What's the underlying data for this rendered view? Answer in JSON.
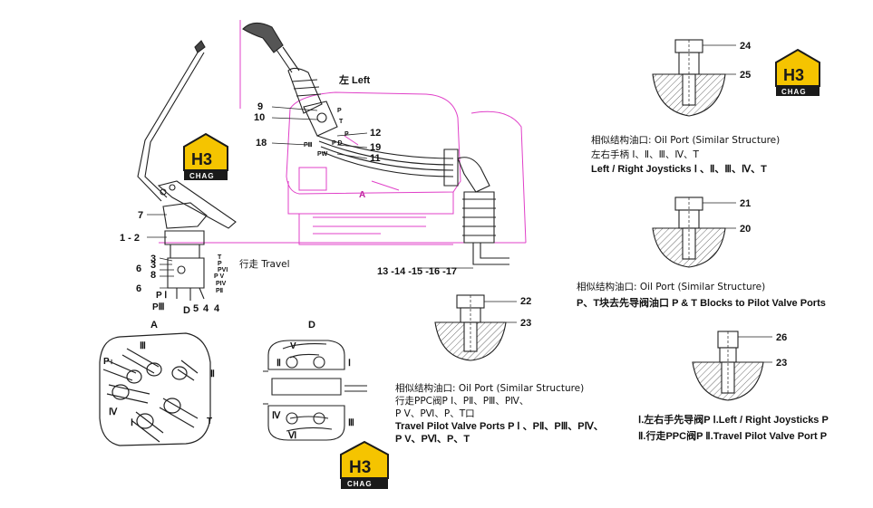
{
  "logos": {
    "brand": "H3",
    "sub": "CHAG"
  },
  "main_drawing": {
    "left_label": "左  Left",
    "travel_label": "行走 Travel",
    "bottom_numbers": "13 -14 -15 -16 -17",
    "point_a": "A",
    "callouts": {
      "n1_2": "1 - 2",
      "n3a": "3",
      "n3b": "3",
      "n4a": "4",
      "n4b": "4",
      "n5": "5",
      "n6a": "6",
      "n6b": "6",
      "n7": "7",
      "n8": "8",
      "n9": "9",
      "n10": "10",
      "n11": "11",
      "n12": "12",
      "n18": "18",
      "n19": "19",
      "d": "D",
      "t1": "T",
      "t2": "T",
      "p1": "P",
      "p2": "P",
      "p3": "P",
      "pvi": "PVI",
      "pv": "P V",
      "piv": "PIV",
      "pii": "PⅡ",
      "pi_main": "P Ⅰ",
      "piii_main": "PⅢ",
      "piii_up": "PⅢ",
      "pw": "PW",
      "pd": "P D"
    }
  },
  "view_a": {
    "title": "A",
    "ports": {
      "iii": "Ⅲ",
      "pi": "P",
      "i_small": "Ⅰ",
      "ii": "Ⅱ",
      "iv": "Ⅳ",
      "i": "Ⅰ",
      "t": "T"
    }
  },
  "view_d": {
    "title": "D",
    "ports": {
      "v": "V",
      "ii": "Ⅱ",
      "i": "Ⅰ",
      "iii": "Ⅲ",
      "iv": "Ⅳ",
      "vi": "Ⅵ"
    }
  },
  "fitting_top": {
    "n24": "24",
    "n25": "25",
    "caption_line1": "相似结构油口: Oil Port (Similar Structure)",
    "caption_line2": "左右手柄 Ⅰ、Ⅱ、Ⅲ、Ⅳ、T",
    "caption_line3": "Left / Right Joysticks  Ⅰ 、Ⅱ、Ⅲ、Ⅳ、T"
  },
  "fitting_mid": {
    "n21": "21",
    "n20": "20",
    "caption_line1": "相似结构油口: Oil Port (Similar Structure)",
    "caption_line2": "P、T块去先导阀油口  P & T Blocks to Pilot Valve Ports"
  },
  "fitting_center": {
    "n22": "22",
    "n23": "23",
    "caption_line1": "相似结构油口: Oil Port (Similar Structure)",
    "caption_line2": "行走PPC阀P Ⅰ、PⅡ、PⅢ、PⅣ、",
    "caption_line3": "P V、PⅥ、P、T口",
    "caption_line4": "Travel Pilot Valve Ports P Ⅰ 、PⅡ、PⅢ、PⅣ、",
    "caption_line5": "P V、PⅥ、P、T"
  },
  "fitting_bottom": {
    "n26": "26",
    "n23": "23",
    "caption_line1": "Ⅰ.左右手先导阀P  Ⅰ.Left / Right Joysticks P",
    "caption_line2": "Ⅱ.行走PPC阀P Ⅱ.Travel Pilot Valve Port P"
  },
  "colors": {
    "line": "#222222",
    "magenta": "#e040c8",
    "logo_yellow": "#f5c400",
    "logo_dark": "#1a1a1a"
  }
}
